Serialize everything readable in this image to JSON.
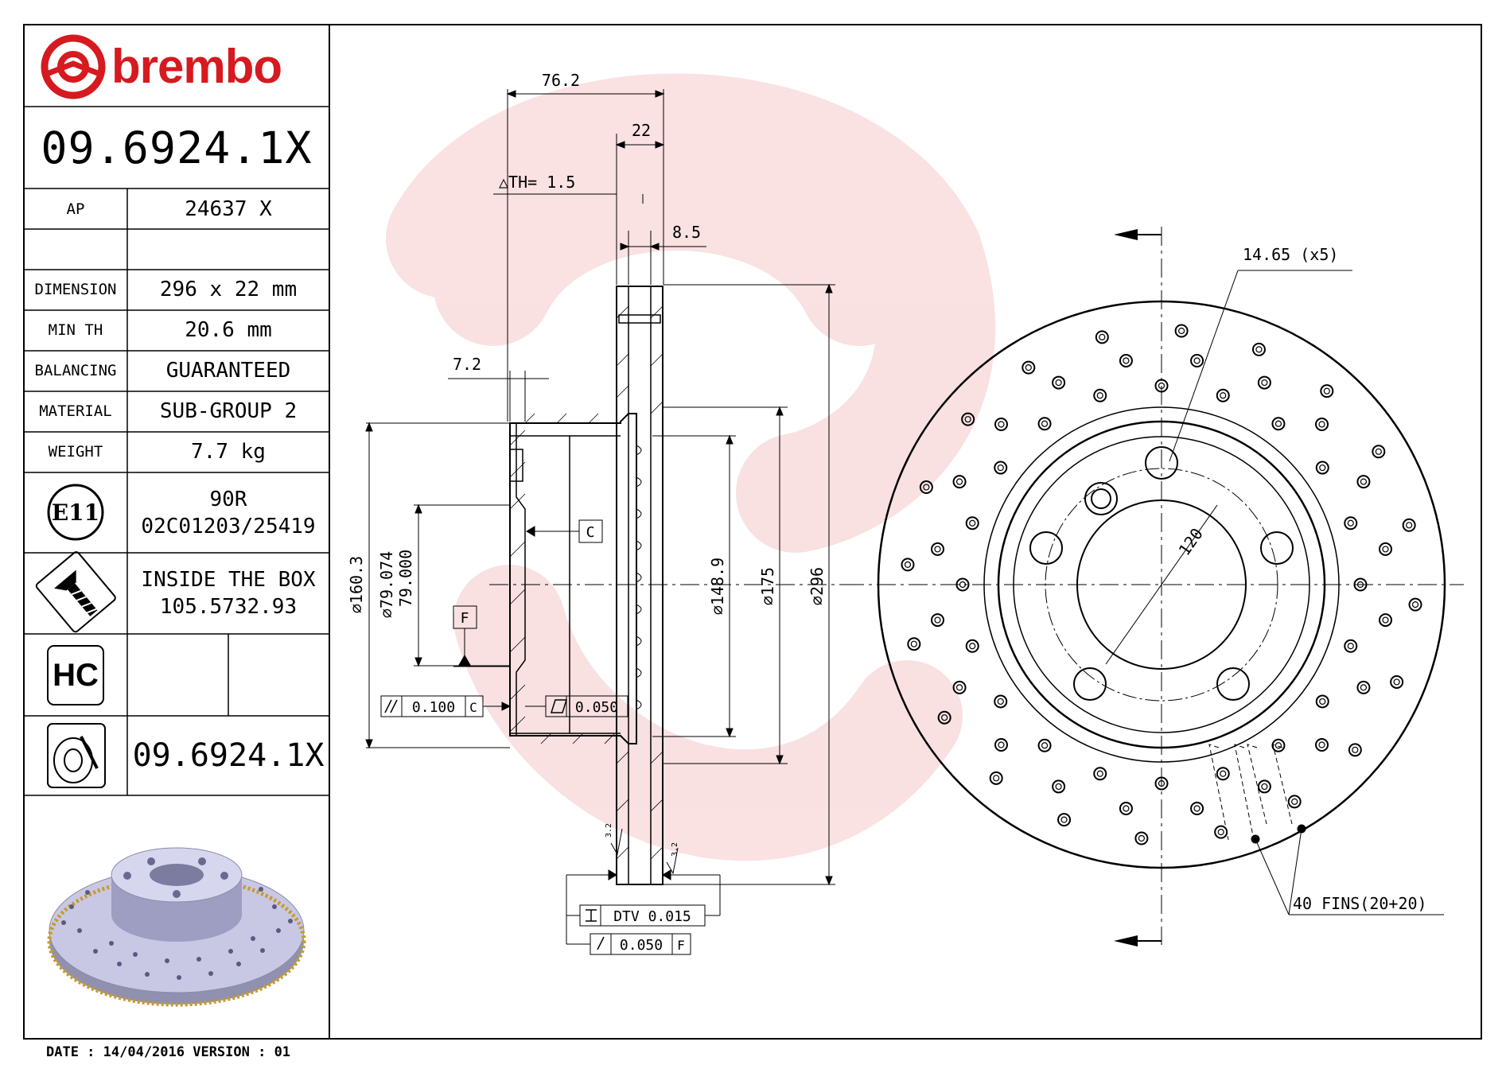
{
  "brand": {
    "name": "brembo",
    "color": "#d71920"
  },
  "part_number": "09.6924.1X",
  "specs": [
    {
      "label": "AP",
      "value": "24637 X"
    },
    {
      "label": "DIMENSION",
      "value": "296 x 22 mm"
    },
    {
      "label": "MIN TH",
      "value": "20.6 mm"
    },
    {
      "label": "BALANCING",
      "value": "GUARANTEED"
    },
    {
      "label": "MATERIAL",
      "value": "SUB-GROUP 2"
    },
    {
      "label": "WEIGHT",
      "value": "7.7 kg"
    }
  ],
  "approval": {
    "mark": "E11",
    "line1": "90R",
    "line2": "02C01203/25419"
  },
  "inside_box": {
    "line1": "INSIDE THE BOX",
    "line2": "105.5732.93"
  },
  "hc_mark": "HC",
  "disc_part_number": "09.6924.1X",
  "footer": "DATE : 14/04/2016 VERSION : 01",
  "dimensions": {
    "overall_height": "76.2",
    "thickness": "22",
    "th": "△TH= 1.5",
    "wall": "8.5",
    "hat": "7.2",
    "d160": "⌀160.3",
    "d79a": "⌀79.074",
    "d79b": "79.000",
    "d148": "⌀148.9",
    "d175": "⌀175",
    "d296": "⌀296",
    "bolt_circle": "120",
    "holes": "14.65 (x5)",
    "fins": "40 FINS(20+20)",
    "datum_c": "C",
    "datum_f": "F",
    "tol_parallel_value": "0.100",
    "tol_parallel_ref": "C",
    "tol_flat": "0.050",
    "tol_dtv": "DTV 0.015",
    "tol_runout_value": "0.050",
    "tol_runout_ref": "F",
    "rough1": "3.2",
    "rough2": "3.2"
  }
}
